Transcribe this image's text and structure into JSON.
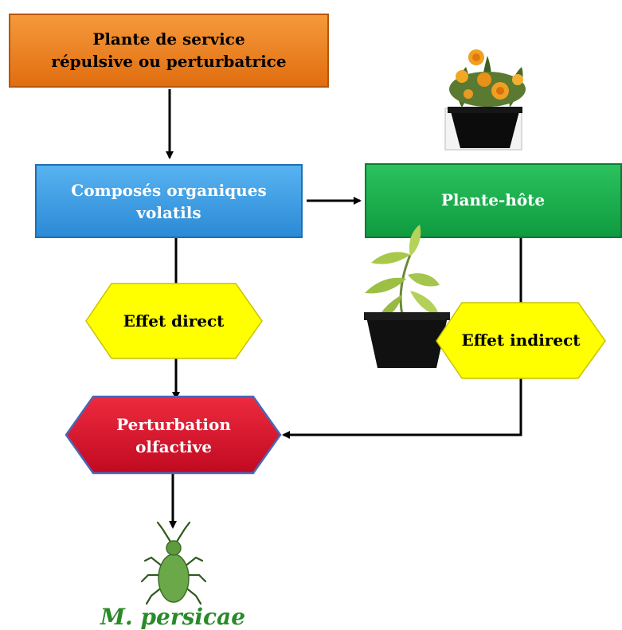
{
  "nodes": {
    "service_plant": {
      "line1": "Plante de service",
      "line2": "répulsive ou perturbatrice",
      "color": "#ee7a1c"
    },
    "voc": {
      "line1": "Composés organiques",
      "line2": "volatils",
      "color": "#3d9de4"
    },
    "host_plant": {
      "label": "Plante-hôte",
      "color": "#18b04c"
    },
    "direct_effect": {
      "label": "Effet direct",
      "color": "#ffff00"
    },
    "indirect_effect": {
      "label": "Effet indirect",
      "color": "#ffff00"
    },
    "olfactory_disruption": {
      "line1": "Perturbation",
      "line2": "olfactive",
      "color": "#d9102c"
    },
    "aphid": {
      "label": "M. persicae",
      "color": "#2a8a2a"
    }
  },
  "icons": {
    "marigold": "marigold-pot-icon",
    "pepper_plant": "pepper-plant-pot-icon",
    "aphid": "aphid-icon"
  }
}
